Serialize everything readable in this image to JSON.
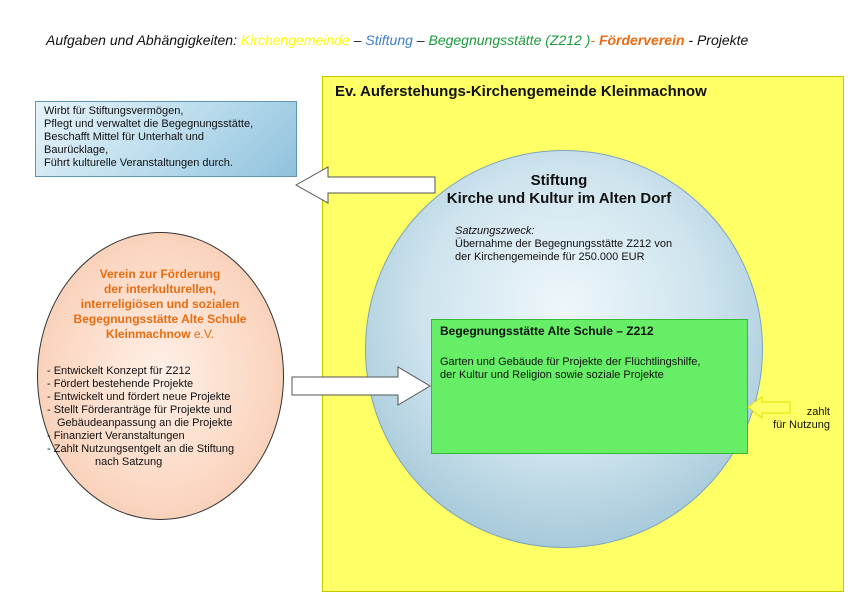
{
  "header": {
    "prefix": "Aufgaben und Abhängigkeiten: ",
    "kirchengemeinde": "Kirchengemeinde",
    "sep1": " – ",
    "stiftung": "Stiftung",
    "sep2": " – ",
    "begegnungsstaette": "Begegnungsstätte (Z212 )",
    "sep3": "- ",
    "foerderverein": "Förderverein",
    "suffix": " - Projekte"
  },
  "gemeinde": {
    "title": "Ev. Auferstehungs-Kirchengemeinde Kleinmachnow"
  },
  "stiftung": {
    "title_line1": "Stiftung",
    "title_line2": "Kirche und Kultur im Alten Dorf",
    "zweck_label": "Satzungszweck:",
    "zweck_line1": "Übernahme der Begegnungsstätte Z212 von",
    "zweck_line2": "der Kirchengemeinde für  250.000 EUR"
  },
  "begegnungsstaette": {
    "title": "Begegnungsstätte Alte Schule – Z212",
    "line1": "Garten und Gebäude für Projekte der Flüchtlingshilfe,",
    "line2": "der Kultur und Religion sowie soziale Projekte"
  },
  "info_box": {
    "lines": [
      "Wirbt für Stiftungsvermögen,",
      "Pflegt und verwaltet die Begegnungsstätte,",
      "Beschafft Mittel für Unterhalt und",
      "Baurücklage,",
      "Führt kulturelle Veranstaltungen durch."
    ]
  },
  "verein": {
    "title_lines": [
      "Verein zur Förderung",
      "der interkulturellen,",
      "interreligiösen und sozialen",
      "Begegnungsstätte Alte Schule"
    ],
    "title_last": "Kleinmachnow",
    "title_ev": " e.V.",
    "items": [
      "- Entwickelt Konzept für Z212",
      "- Fördert bestehende Projekte",
      "- Entwickelt und fördert neue Projekte",
      "- Stellt Förderanträge für Projekte und",
      "Gebäudeanpassung an die Projekte",
      "- Finanziert Veranstaltungen",
      "- Zahlt Nutzungsentgelt an die Stiftung",
      "nach Satzung"
    ]
  },
  "zahlt": {
    "line1": "zahlt",
    "line2": "für Nutzung"
  },
  "colors": {
    "kirchengemeinde": "#ffff00",
    "stiftung": "#3a7fd0",
    "begegnungsstaette": "#1a9a3a",
    "foerderverein": "#e96c10",
    "gemeinde_bg": "#ffff66",
    "bgs_bg": "#66ee66"
  }
}
